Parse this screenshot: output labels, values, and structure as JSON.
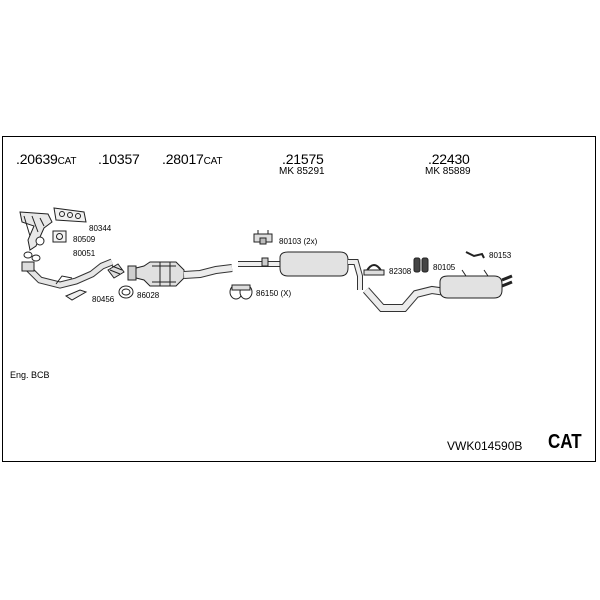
{
  "header_parts": [
    {
      "number": ".20639",
      "suffix": "CAT",
      "mk": ""
    },
    {
      "number": ".10357",
      "suffix": "",
      "mk": ""
    },
    {
      "number": ".28017",
      "suffix": "CAT",
      "mk": ""
    },
    {
      "number": ".21575",
      "suffix": "",
      "mk": "MK 85291"
    },
    {
      "number": ".22430",
      "suffix": "",
      "mk": "MK 85889"
    }
  ],
  "callouts": {
    "c80344": "80344",
    "c80509": "80509",
    "c80051": "80051",
    "c80456": "80456",
    "c86028": "86028",
    "c80103": "80103 (2x)",
    "c86150": "86150 (X)",
    "c82308": "82308",
    "c80105": "80105",
    "c80153": "80153"
  },
  "engine": "Eng. BCB",
  "kit_code": "VWK014590B",
  "badge": "CAT"
}
